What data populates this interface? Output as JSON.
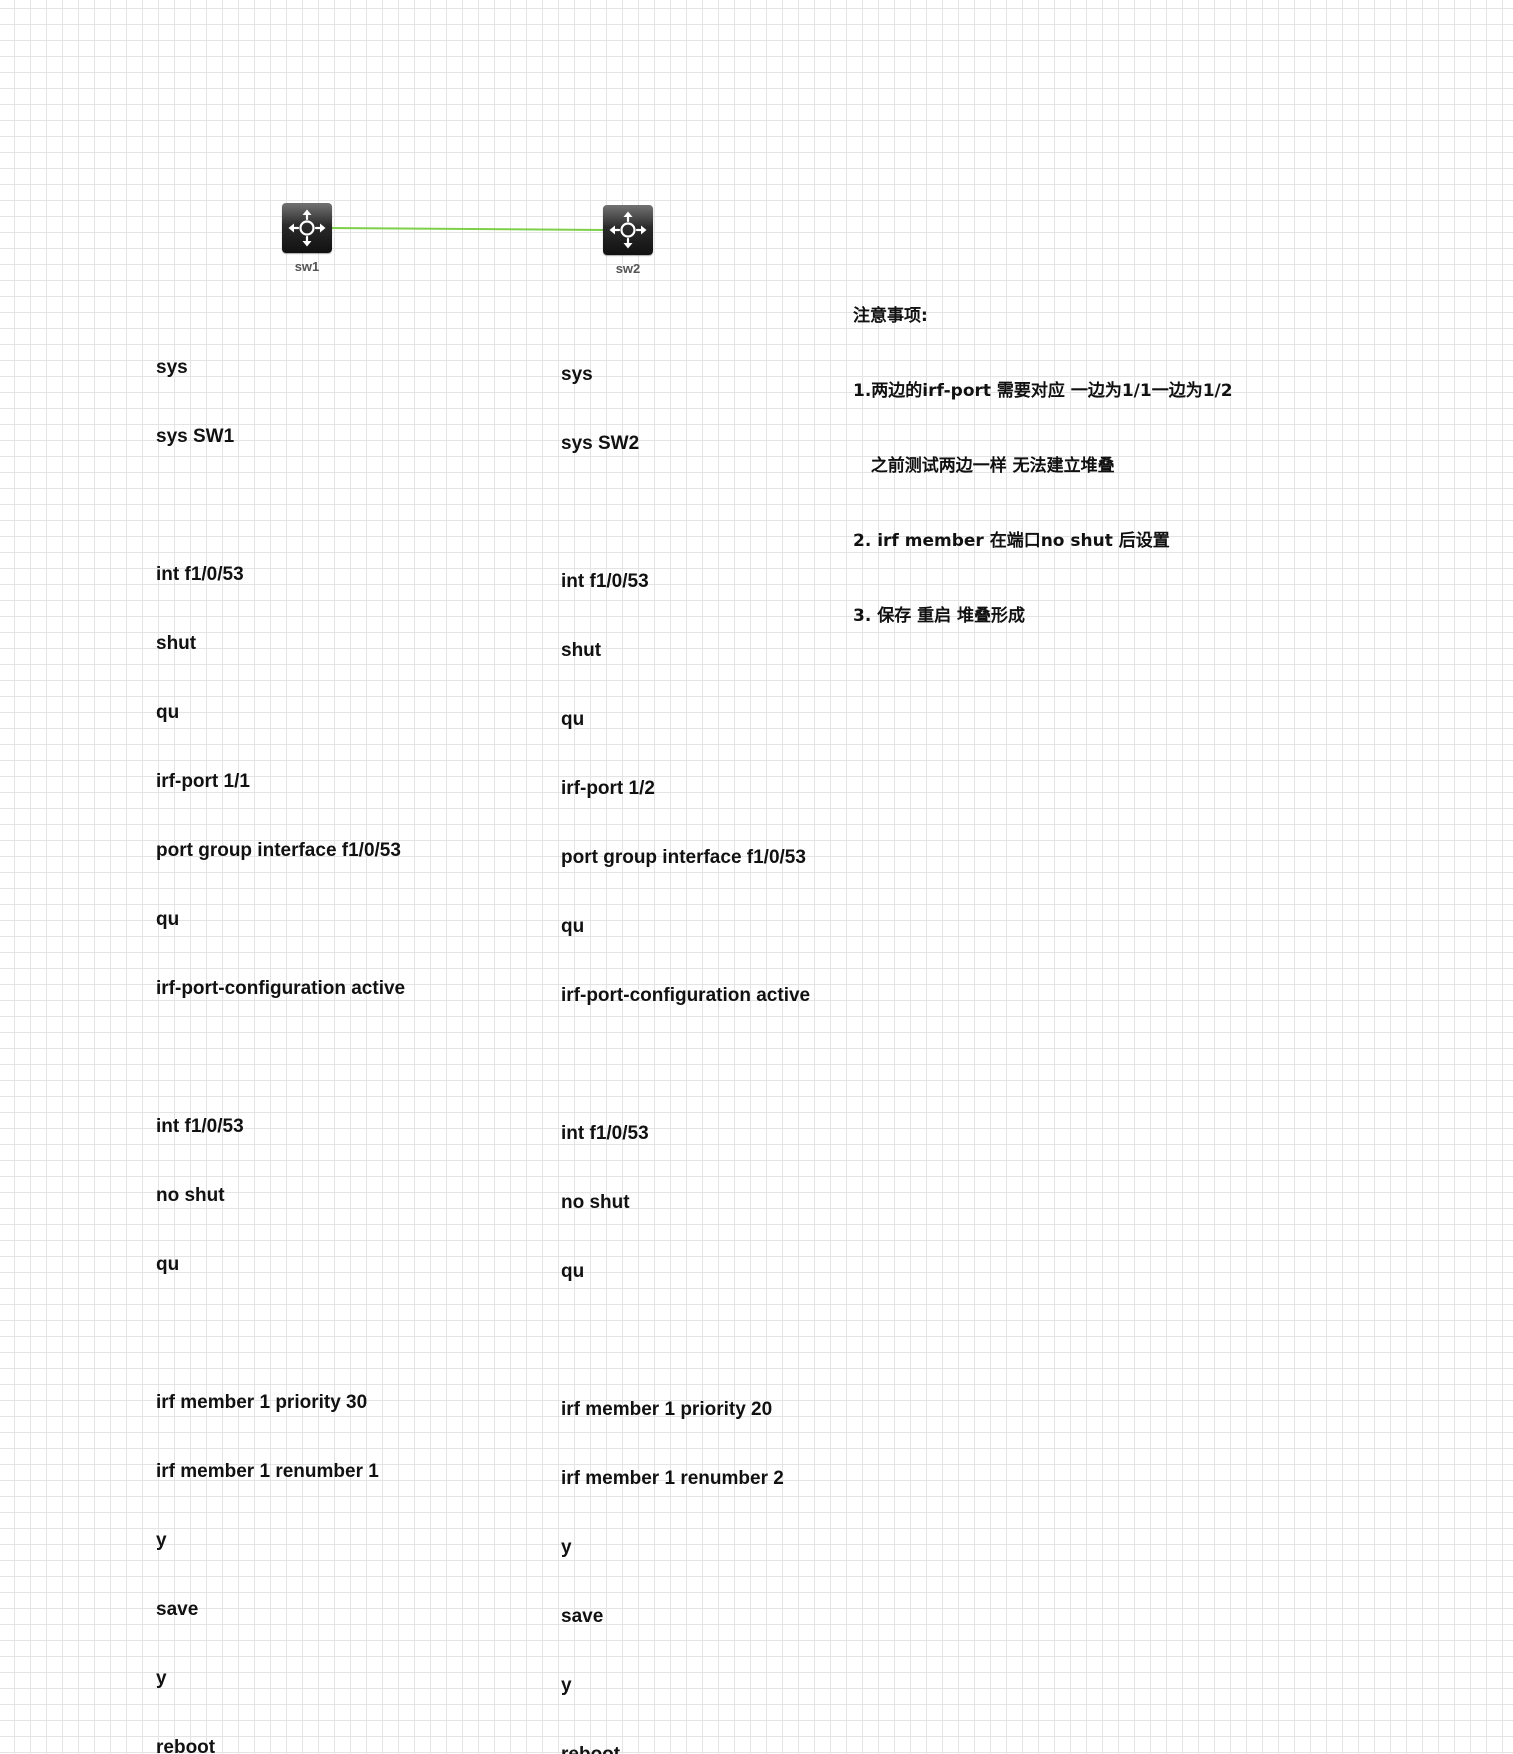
{
  "diagram": {
    "nodes": [
      {
        "id": "sw1",
        "label": "sw1",
        "icon": "layer3-switch-icon"
      },
      {
        "id": "sw2",
        "label": "sw2",
        "icon": "layer3-switch-icon"
      }
    ],
    "links": [
      {
        "from": "sw1",
        "to": "sw2",
        "color": "#7ed04b"
      }
    ]
  },
  "config_sw1": [
    "sys",
    "sys SW1",
    "",
    "int f1/0/53",
    "shut",
    "qu",
    "irf-port 1/1",
    "port group interface f1/0/53",
    "qu",
    "irf-port-configuration active",
    "",
    "int f1/0/53",
    "no shut",
    "qu",
    "",
    "irf member 1 priority 30",
    "irf member 1 renumber 1",
    "y",
    "save",
    "y",
    "reboot"
  ],
  "config_sw2": [
    "sys",
    "sys SW2",
    "",
    "int f1/0/53",
    "shut",
    "qu",
    "irf-port 1/2",
    "port group interface f1/0/53",
    "qu",
    "irf-port-configuration active",
    "",
    "int f1/0/53",
    "no shut",
    "qu",
    "",
    "irf member 1 priority 20",
    "irf member 1 renumber 2",
    "y",
    "save",
    "y",
    "reboot"
  ],
  "notes": {
    "title": "注意事项:",
    "items": [
      "1.两边的irf-port 需要对应 一边为1/1一边为1/2",
      "   之前测试两边一样 无法建立堆叠",
      "2. irf member 在端口no shut 后设置",
      "3. 保存 重启 堆叠形成"
    ]
  }
}
